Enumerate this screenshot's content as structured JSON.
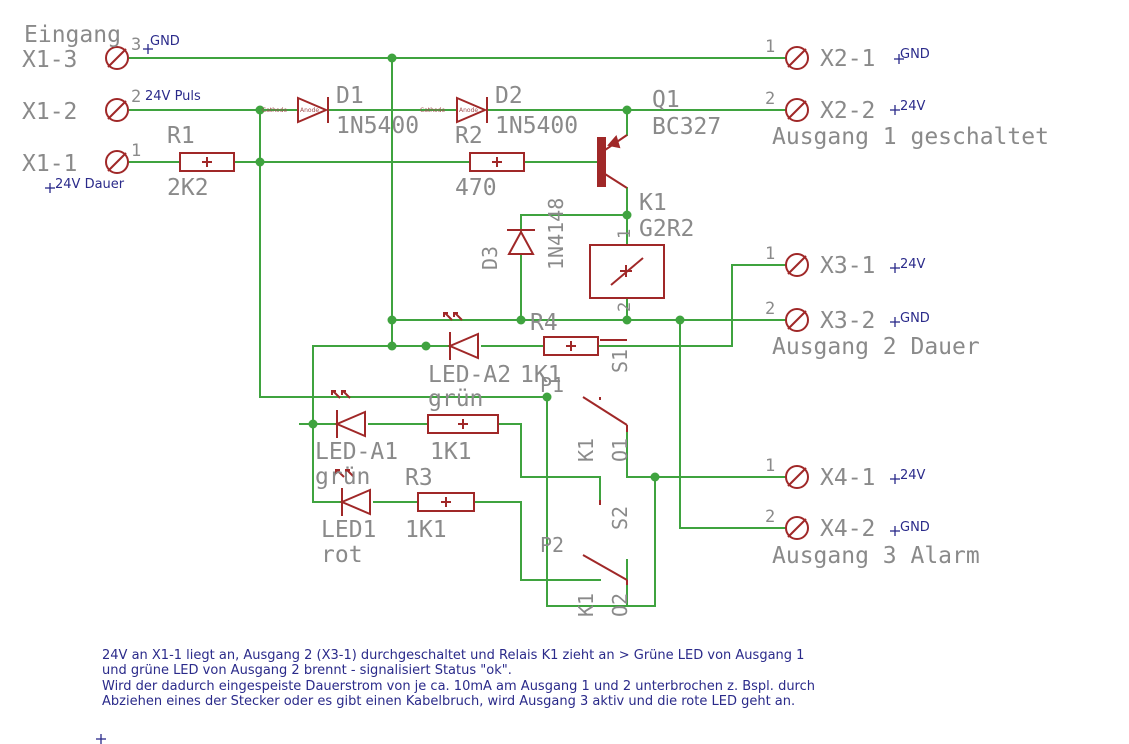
{
  "inputs": {
    "title": "Eingang",
    "x13": {
      "name": "X1-3",
      "pin": "3",
      "net": "GND"
    },
    "x12": {
      "name": "X1-2",
      "pin": "2",
      "net": "24V Puls"
    },
    "x11": {
      "name": "X1-1",
      "pin": "1",
      "net": "24V Dauer"
    }
  },
  "outputs": {
    "x21": {
      "name": "X2-1",
      "pin": "1",
      "net": "GND"
    },
    "x22": {
      "name": "X2-2",
      "pin": "2",
      "net": "24V"
    },
    "out1": "Ausgang 1 geschaltet",
    "x31": {
      "name": "X3-1",
      "pin": "1",
      "net": "24V"
    },
    "x32": {
      "name": "X3-2",
      "pin": "2",
      "net": "GND"
    },
    "out2": "Ausgang 2 Dauer",
    "x41": {
      "name": "X4-1",
      "pin": "1",
      "net": "24V"
    },
    "x42": {
      "name": "X4-2",
      "pin": "2",
      "net": "GND"
    },
    "out3": "Ausgang 3 Alarm"
  },
  "components": {
    "d1": {
      "name": "D1",
      "value": "1N5400"
    },
    "d2": {
      "name": "D2",
      "value": "1N5400"
    },
    "q1": {
      "name": "Q1",
      "value": "BC327"
    },
    "r1": {
      "name": "R1",
      "value": "2K2"
    },
    "r2": {
      "name": "R2",
      "value": "470"
    },
    "k1": {
      "name": "K1",
      "value": "G2R2",
      "pin1": "1",
      "pin2": "2"
    },
    "d3": {
      "name": "D3",
      "value": "1N4148"
    },
    "r4": {
      "name": "R4",
      "value": "1K1"
    },
    "led_a2": {
      "name": "LED-A2",
      "value": "grün"
    },
    "led_a1": {
      "name": "LED-A1",
      "value": "grün"
    },
    "r_a1": {
      "value": "1K1"
    },
    "r3": {
      "name": "R3",
      "value": "1K1"
    },
    "led1": {
      "name": "LED1",
      "value": "rot"
    },
    "k1_contact1": {
      "name": "K1",
      "contact": "O1",
      "p": "P1",
      "s": "S1"
    },
    "k1_contact2": {
      "name": "K1",
      "contact": "O2",
      "p": "P2",
      "s": "S2"
    }
  },
  "tiny_labels": [
    "Cathode",
    "Anode"
  ],
  "note": {
    "lines": [
      "24V an X1-1  liegt an, Ausgang 2 (X3-1) durchgeschaltet und Relais K1  zieht an > Grüne LED von Ausgang 1",
      "und grüne LED von Ausgang 2 brennt - signalisiert Status \"ok\".",
      "Wird der dadurch eingespeiste Dauerstrom von je ca. 10mA am Ausgang 1 und 2 unterbrochen z. Bspl. durch",
      "Abziehen eines der Stecker oder es gibt einen Kabelbruch, wird Ausgang 3 aktiv und die rote LED geht an."
    ]
  },
  "colors": {
    "wire": "#3fa33f",
    "part": "#a02828",
    "label": "#8a8a8a",
    "note": "#2a2a8a"
  }
}
